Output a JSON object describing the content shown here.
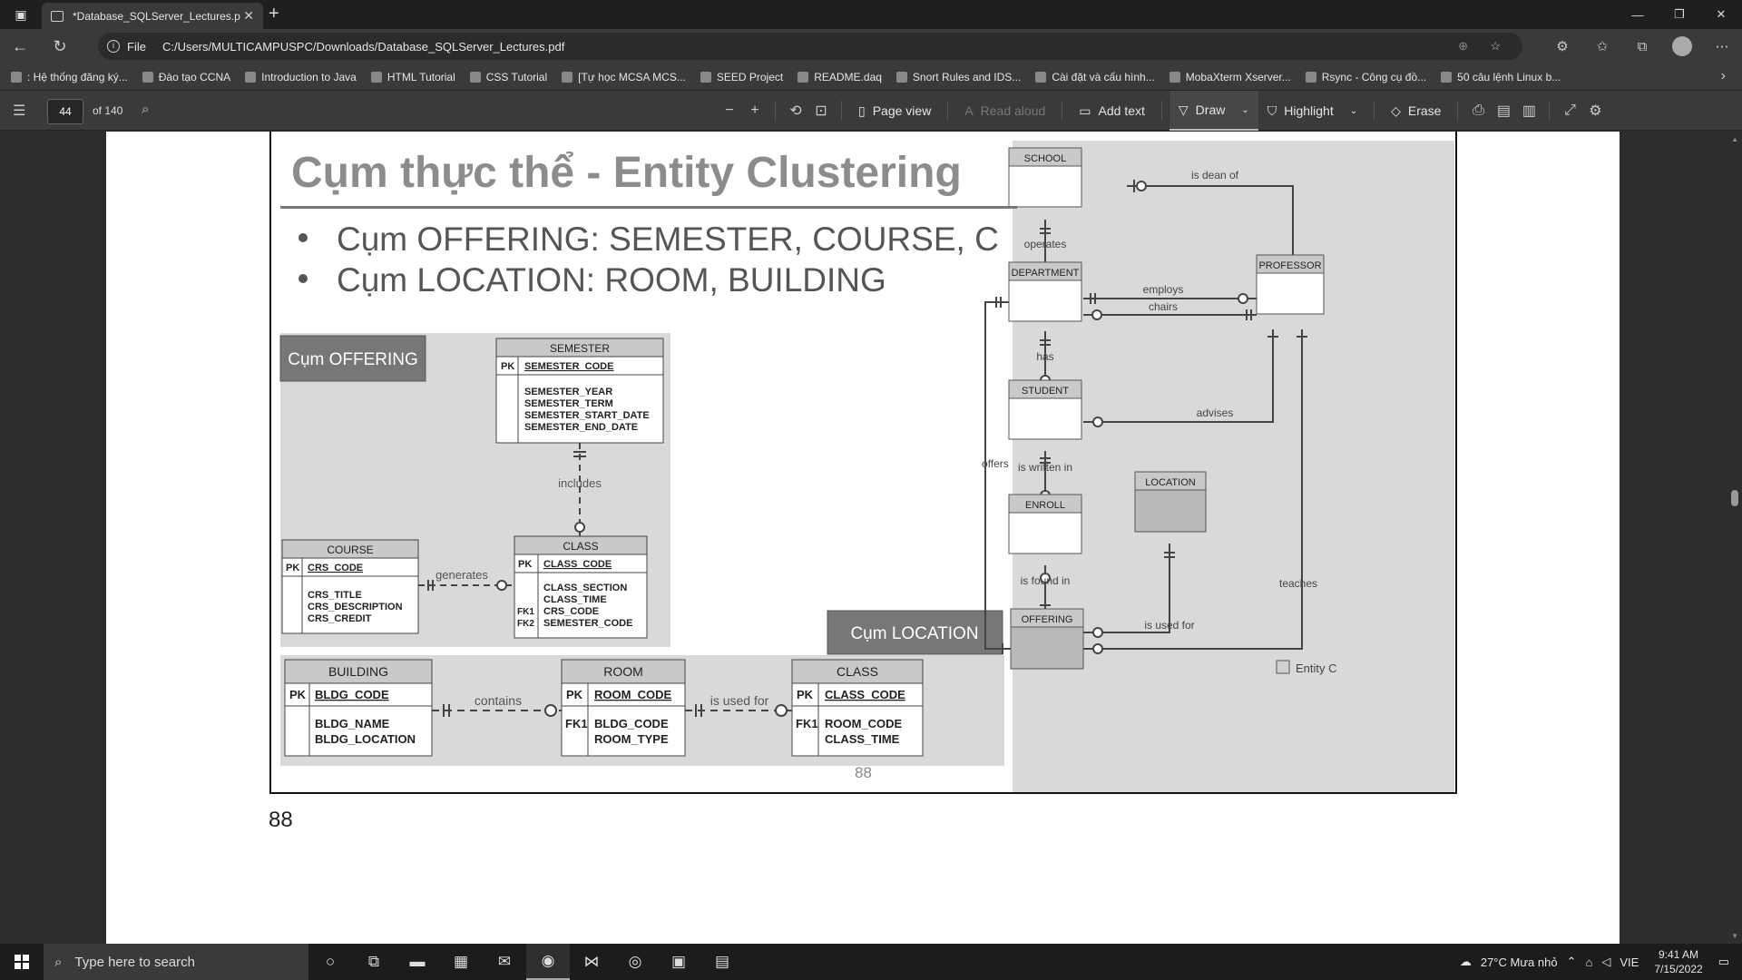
{
  "browser": {
    "tab_title": "*Database_SQLServer_Lectures.p",
    "address_prefix": "File",
    "url": "C:/Users/MULTICAMPUSPC/Downloads/Database_SQLServer_Lectures.pdf",
    "bookmarks": [
      ": Hệ thống đăng ký...",
      "Đào tạo CCNA",
      "Introduction to Java",
      "HTML Tutorial",
      "CSS Tutorial",
      "[Tự học MCSA MCS...",
      "SEED Project",
      "README.daq",
      "Snort Rules and IDS...",
      "Cài đặt và cấu hình...",
      "MobaXterm Xserver...",
      "Rsync - Công cụ đồ...",
      "50 câu lệnh Linux b..."
    ]
  },
  "pdf_toolbar": {
    "current_page": "44",
    "page_count": "of 140",
    "page_view": "Page view",
    "read_aloud": "Read aloud",
    "add_text": "Add text",
    "draw": "Draw",
    "highlight": "Highlight",
    "erase": "Erase"
  },
  "slide": {
    "title": "Cụm thực thể - Entity Clustering",
    "bullets": [
      "Cụm OFFERING: SEMESTER, COURSE, C",
      "Cụm LOCATION: ROOM, BUILDING"
    ],
    "slide_page_number": "88",
    "offering_cluster": {
      "label": "Cụm OFFERING",
      "semester": {
        "name": "SEMESTER",
        "pk_tag": "PK",
        "pk": "SEMESTER_CODE",
        "attrs": [
          "SEMESTER_YEAR",
          "SEMESTER_TERM",
          "SEMESTER_START_DATE",
          "SEMESTER_END_DATE"
        ]
      },
      "course": {
        "name": "COURSE",
        "pk_tag": "PK",
        "pk": "CRS_CODE",
        "attrs": [
          "CRS_TITLE",
          "CRS_DESCRIPTION",
          "CRS_CREDIT"
        ]
      },
      "class": {
        "name": "CLASS",
        "pk_tag": "PK",
        "pk": "CLASS_CODE",
        "attrs": [
          "CLASS_SECTION",
          "CLASS_TIME",
          "CRS_CODE",
          "SEMESTER_CODE"
        ],
        "fk_tags": [
          "FK1",
          "FK2"
        ]
      },
      "rel_includes": "includes",
      "rel_generates": "generates"
    },
    "location_cluster": {
      "label": "Cụm LOCATION",
      "building": {
        "name": "BUILDING",
        "pk_tag": "PK",
        "pk": "BLDG_CODE",
        "attrs": [
          "BLDG_NAME",
          "BLDG_LOCATION"
        ]
      },
      "room": {
        "name": "ROOM",
        "pk_tag": "PK",
        "pk": "ROOM_CODE",
        "fk_tag": "FK1",
        "attrs": [
          "BLDG_CODE",
          "ROOM_TYPE"
        ]
      },
      "class": {
        "name": "CLASS",
        "pk_tag": "PK",
        "pk": "CLASS_CODE",
        "fk_tag": "FK1",
        "attrs": [
          "ROOM_CODE",
          "CLASS_TIME"
        ]
      },
      "rel_contains": "contains",
      "rel_used_for": "is used for"
    },
    "right_diagram": {
      "entities": [
        "SCHOOL",
        "DEPARTMENT",
        "PROFESSOR",
        "STUDENT",
        "ENROLL",
        "LOCATION",
        "OFFERING"
      ],
      "relations": {
        "is_dean_of": "is dean of",
        "operates": "operates",
        "employs": "employs",
        "chairs": "chairs",
        "has": "has",
        "advises": "advises",
        "offers": "offers",
        "is_written_in": "is written in",
        "is_found_in": "is found in",
        "teaches": "teaches",
        "is_used_for": "is used for"
      },
      "legend": "Entity C"
    }
  },
  "pdf_page_number": "88",
  "taskbar": {
    "search_placeholder": "Type here to search",
    "weather": "27°C  Mưa nhỏ",
    "lang": "VIE",
    "time": "9:41 AM",
    "date": "7/15/2022"
  }
}
